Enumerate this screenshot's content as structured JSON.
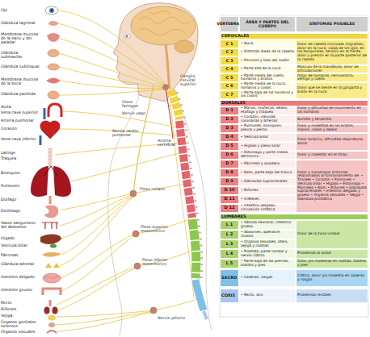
{
  "diagram": {
    "labels": [
      "VÉRTEBRAS",
      "ÁREA Y PARTES DEL CUERPO",
      "SÍNTOMAS POSIBLES",
      "CERVICALES",
      "C 1",
      "• Nuca",
      "C 2",
      "• Distintas áreas de la cabeza",
      "C 3",
      "• Pómulos y lado del cuello",
      "C 4",
      "• Parte alta de la nuca",
      "C 5",
      "• Parte media del cuello, hombros y brazos",
      "C 6",
      "• Parte media de la nuca, hombros y codos",
      "C 7",
      "• Parte baja de los hombros y los codos",
      "Dolor de cabeza (incluidas migrañas), dolor en la nuca, caída de los ojos, en los temporales, tensión en la frente, dolor y presión en la parte posterior de la cabeza",
      "Músculo de la mandíbula, dolor de articulaciones",
      "Dolor de hombros, nerviosismo, vértigo y cuello",
      "Dolor que se siente en la garganta y brazo en la nuca",
      "DORSALES",
      "D 1",
      "• Manos, muñecas, dedos, esófago y tráquea",
      "D 2",
      "• Corazón, válvulas coronarias y arterias",
      "D 3",
      "• Pulmones, bronquios, pleura y pecho",
      "D 4",
      "• Vesícula biliar",
      "D 5",
      "• Hígado y plexo solar",
      "D 6",
      "• Estómago y parte media del tronco",
      "D 7",
      "• Páncreas y duodeno",
      "D 8",
      "• Bazo, parte baja del tronco",
      "D 9",
      "• Glándulas suprarrenales",
      "D 10",
      "• Riñones",
      "D 11",
      "• Uréteres",
      "D 12",
      "• Intestino delgado, circulación linfática",
      "Dolor y dificultad de movimiento en los hombros",
      "Bursitis y tendinitis",
      "Dolor y molestias en los brazos, manos, codos y dedos",
      "Dolor torácico, dificultad respiratoria, asma",
      "Dolor y malestar en el tórax",
      "Dolor y numerosos síntomas relacionados al funcionamiento de: • Tiroides • Corazón • Pulmones • Vesícula biliar • Hígado • Estómago • Páncreas • Bazo • Riñones • Glándulas suprarrenales • Intestino delgado y grueso • Órganos sexuales • Vejiga • Glándula prostática",
      "LUMBARES",
      "L 1",
      "• Válvula ileocecal, intestino grueso",
      "L 2",
      "• Abdomen, apéndice, muslos",
      "L 3",
      "• Órganos sexuales, útero, vejiga y rodillas",
      "L 4",
      "• Próstata, parte lumbar y nervio ciático",
      "L 5",
      "• Parte baja de las piernas, tobillos y pies",
      "Dolor de la zona lumbar",
      "Problemas al andar",
      "Dolor y/o molestias en rodillas, tobillos y pies",
      "SACRO",
      "• Caderas, nalgas",
      "Ciática, dolor y/o molestia en caderas y nalgas",
      "COXIS",
      "• Recto, ano",
      "Problemas rectales",
      "Ojo",
      "Glándula lagrimal",
      "Membrana mucosa de la nariz y del paladar",
      "Glándula submaxilar",
      "Glándula sublingual",
      "Membrana mucosa de la boca",
      "Glándula parótida",
      "Aorta",
      "Vena cava superior",
      "Arteria pulmonar",
      "Corazón",
      "Vena cava inferior",
      "Laringe",
      "Tráquea",
      "Bronquios",
      "Pulmones",
      "Esófago",
      "Estómago",
      "Vasos sanguíneos del abdomen",
      "Hígado",
      "Vesícula biliar",
      "Páncreas",
      "Glándula adrenal",
      "Intestino delgado",
      "Intestino grueso",
      "Recto",
      "Riñones",
      "Vejiga",
      "Órganos genitales externos",
      "Órganos sexuales",
      "Ganglio cervical superior",
      "Gloso faríngeo",
      "Nervio vago",
      "Nervio cardio-pulmonar",
      "Arteria vertebral",
      "Plexo celíaco",
      "Plexo superior mesentérico",
      "Plexo inferior mesentérico",
      "Nervio pélvico"
    ]
  }
}
